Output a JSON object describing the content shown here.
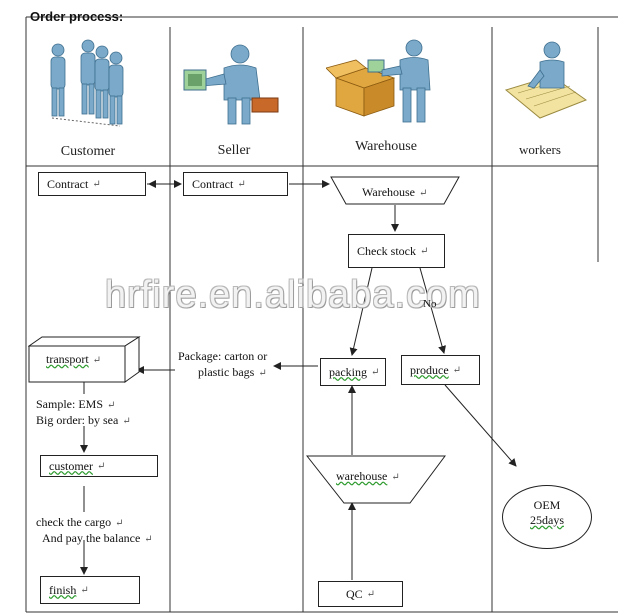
{
  "title": "Order process:",
  "lanes": {
    "customer": "Customer",
    "seller": "Seller",
    "warehouse": "Warehouse",
    "workers": "workers"
  },
  "nodes": {
    "contract_customer": "Contract",
    "contract_seller": "Contract",
    "warehouse_top": "Warehouse",
    "check_stock": "Check stock",
    "no_label": "No",
    "transport": "transport",
    "package_line1": "Package: carton or",
    "package_line2": "plastic bags",
    "packing": "packing",
    "produce": "produce",
    "sample": "Sample:    EMS",
    "big_order": "Big order:   by sea",
    "customer_box": "customer",
    "warehouse_bottom": "warehouse",
    "check_cargo": "check the cargo",
    "pay_balance": "And pay the balance",
    "oem_line1": "OEM",
    "oem_line2": "25days",
    "finish": "finish",
    "qc": "QC"
  },
  "watermark": "hrfire.en.alibaba.com",
  "colors": {
    "line": "#222222",
    "icon_blue": "#7aa9c9",
    "icon_dark": "#3f6f8f",
    "box_orange": "#c8692a",
    "underline": "#2e9b2e"
  }
}
